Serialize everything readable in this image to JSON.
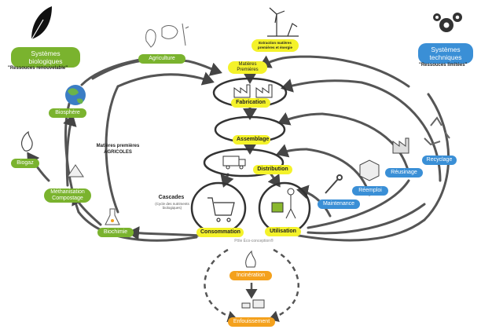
{
  "left_system": {
    "title": "Systèmes biologiques",
    "subtitle": "\"Ressouces renouvelable\""
  },
  "right_system": {
    "title": "Systèmes techniques",
    "subtitle": "\"Ressouces limitées\""
  },
  "top_banner": "Extraction matières premières et énergie",
  "center_stages": {
    "matieres": "Matières Premières",
    "fabrication": "Fabrication",
    "assemblage": "Assemblage",
    "distribution": "Distribution",
    "consommation": "Consommation",
    "utilisation": "Utilisation"
  },
  "bio_labels": {
    "agriculture": "Agriculture",
    "biosphere": "Biosphère",
    "biogaz": "Biogaz",
    "methanisation": "Méthanisation Compostage",
    "biochimie": "Biochimie"
  },
  "tech_labels": {
    "recyclage": "Recyclage",
    "reusinage": "Réusinage",
    "reemploi": "Réemploi",
    "maintenance": "Maintenance"
  },
  "side_notes": {
    "matieres_agricoles": "Matières premières AGRICOLES",
    "cascades": "Cascades",
    "cascades_sub": "(Cycle des nutriments biologiques)"
  },
  "end_of_life": {
    "incineration": "Incinération",
    "enfouissement": "Enfouissement"
  },
  "watermark": "Pôle Éco-conception®",
  "colors": {
    "bio": "#7ab32e",
    "tech": "#3a8fd6",
    "stage": "#f4f22a",
    "end": "#f4a11d"
  }
}
